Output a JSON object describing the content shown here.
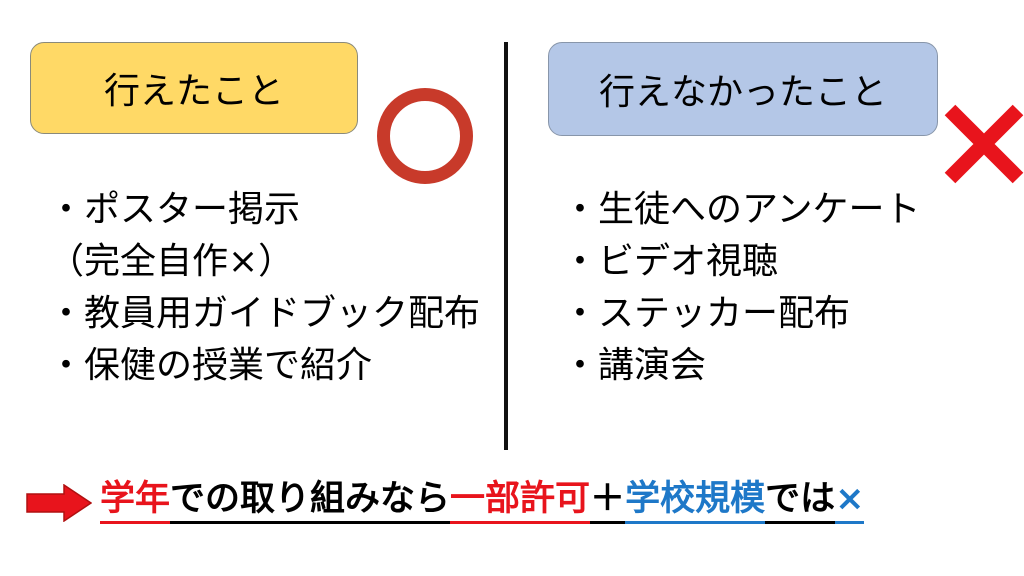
{
  "left": {
    "heading": "行えたこと",
    "items": [
      "・ポスター掲示",
      "（完全自作×）",
      "・教員用ガイドブック配布",
      "・保健の授業で紹介"
    ]
  },
  "right": {
    "heading": "行えなかったこと",
    "items": [
      "・生徒へのアンケート",
      "・ビデオ視聴",
      "・ステッカー配布",
      "・講演会"
    ]
  },
  "conclusion": {
    "parts": [
      {
        "text": "学年",
        "color": "red"
      },
      {
        "text": "での取り組みなら",
        "color": "black"
      },
      {
        "text": "一部許可",
        "color": "red"
      },
      {
        "text": "＋",
        "color": "black"
      },
      {
        "text": "学校規模",
        "color": "blue"
      },
      {
        "text": "では",
        "color": "black"
      },
      {
        "text": "×",
        "color": "blue"
      }
    ]
  },
  "colors": {
    "ok_box": "#FFD966",
    "ng_box": "#B4C7E7",
    "circle": "#C83A2A",
    "cross": "#E8141C",
    "red": "#E8141C",
    "blue": "#1E78C8"
  }
}
